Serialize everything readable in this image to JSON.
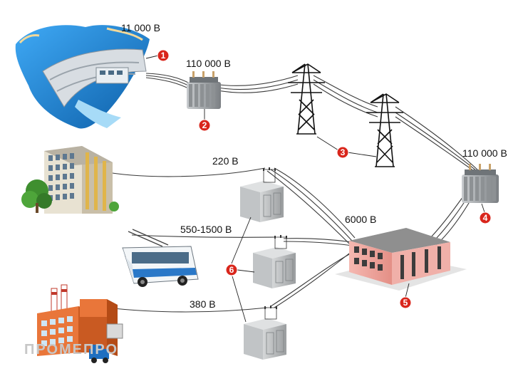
{
  "voltages": {
    "plant": "11 000 В",
    "transmission_out": "110 000 В",
    "transmission_in": "110 000 В",
    "residential": "220 В",
    "trolleybus": "550-1500 В",
    "industrial": "380 В",
    "distribution": "6000 В"
  },
  "markers": {
    "hydro_plant": "1",
    "step_up_transformer": "2",
    "power_line": "3",
    "step_down_transformer": "4",
    "substation": "5",
    "distribution_transformers": "6"
  },
  "watermark": "ПРОМЕПРО",
  "colors": {
    "marker": "#d9261c",
    "wire": "#3a3a3a",
    "water": "#1e88d6",
    "building_pink": "#f2aaa3",
    "transformer_gray": "#a9acae"
  },
  "icons": {
    "hydro_plant": "dam-icon",
    "transformer": "transformer-icon",
    "tower": "pylon-icon",
    "apartment": "building-icon",
    "trolleybus": "trolleybus-icon",
    "factory": "factory-icon",
    "substation": "substation-icon"
  }
}
